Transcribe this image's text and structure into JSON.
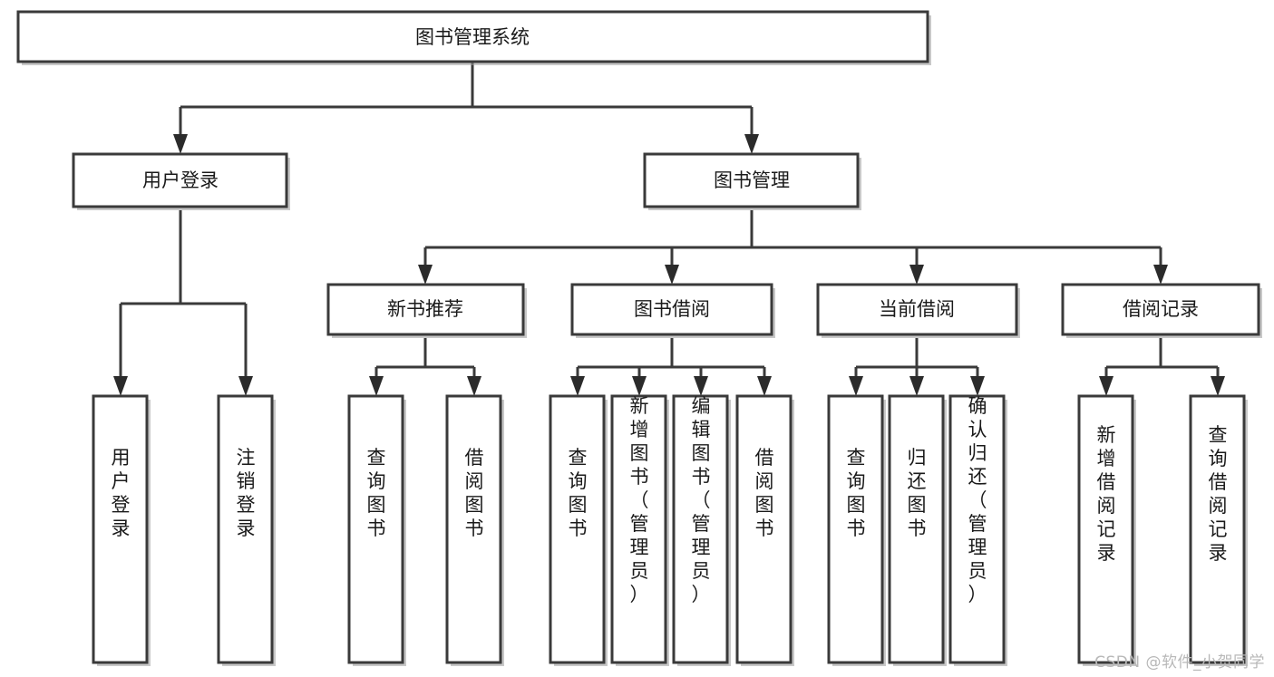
{
  "diagram": {
    "type": "tree-hierarchy",
    "title": "图书管理系统",
    "watermark": "CSDN @软件_小贺同学",
    "colors": {
      "box_fill": "#ffffff",
      "box_stroke": "#3a3a3a",
      "connector": "#3a3a3a",
      "text": "#1a1a1a",
      "watermark": "#b8b8b8",
      "background": "#ffffff"
    },
    "root": {
      "id": "root",
      "label": "图书管理系统",
      "orientation": "horizontal"
    },
    "level2": [
      {
        "id": "user-login",
        "label": "用户登录",
        "orientation": "horizontal"
      },
      {
        "id": "book-management",
        "label": "图书管理",
        "orientation": "horizontal"
      }
    ],
    "level3": [
      {
        "id": "new-book-recommend",
        "label": "新书推荐",
        "orientation": "horizontal",
        "parent": "book-management"
      },
      {
        "id": "book-borrow",
        "label": "图书借阅",
        "orientation": "horizontal",
        "parent": "book-management"
      },
      {
        "id": "current-borrow",
        "label": "当前借阅",
        "orientation": "horizontal",
        "parent": "book-management"
      },
      {
        "id": "borrow-record",
        "label": "借阅记录",
        "orientation": "horizontal",
        "parent": "book-management"
      }
    ],
    "leaves": [
      {
        "id": "leaf-user-login",
        "label": "用户登录",
        "orientation": "vertical",
        "parent": "user-login"
      },
      {
        "id": "leaf-logout-login",
        "label": "注销登录",
        "orientation": "vertical",
        "parent": "user-login"
      },
      {
        "id": "leaf-query-book-1",
        "label": "查询图书",
        "orientation": "vertical",
        "parent": "new-book-recommend"
      },
      {
        "id": "leaf-borrow-book-1",
        "label": "借阅图书",
        "orientation": "vertical",
        "parent": "new-book-recommend"
      },
      {
        "id": "leaf-query-book-2",
        "label": "查询图书",
        "orientation": "vertical",
        "parent": "book-borrow"
      },
      {
        "id": "leaf-add-book",
        "label": "新增图书（管理员）",
        "orientation": "vertical",
        "parent": "book-borrow"
      },
      {
        "id": "leaf-edit-book",
        "label": "编辑图书（管理员）",
        "orientation": "vertical",
        "parent": "book-borrow"
      },
      {
        "id": "leaf-borrow-book-2",
        "label": "借阅图书",
        "orientation": "vertical",
        "parent": "book-borrow"
      },
      {
        "id": "leaf-query-book-3",
        "label": "查询图书",
        "orientation": "vertical",
        "parent": "current-borrow"
      },
      {
        "id": "leaf-return-book",
        "label": "归还图书",
        "orientation": "vertical",
        "parent": "current-borrow"
      },
      {
        "id": "leaf-confirm-return",
        "label": "确认归还（管理员）",
        "orientation": "vertical",
        "parent": "current-borrow"
      },
      {
        "id": "leaf-add-record",
        "label": "新增借阅记录",
        "orientation": "vertical",
        "parent": "borrow-record"
      },
      {
        "id": "leaf-query-record",
        "label": "查询借阅记录",
        "orientation": "vertical",
        "parent": "borrow-record"
      }
    ]
  }
}
